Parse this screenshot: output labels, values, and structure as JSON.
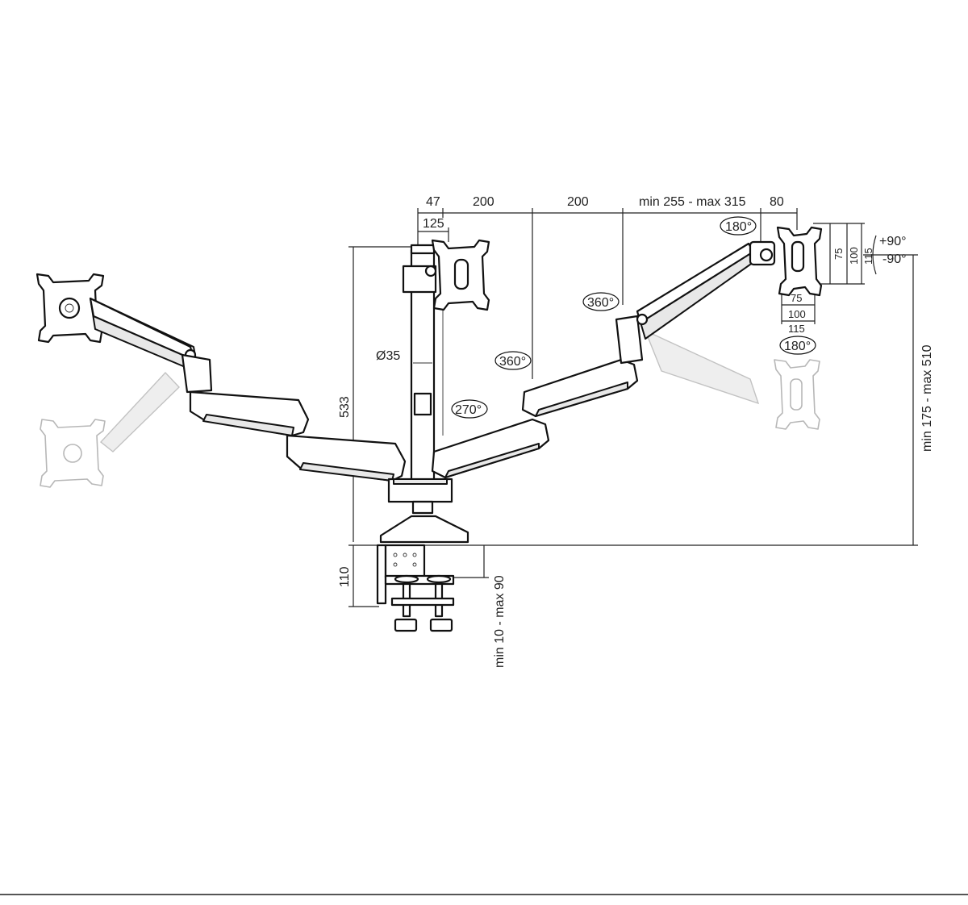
{
  "dimensions": {
    "top_47": "47",
    "top_200_a": "200",
    "top_200_b": "200",
    "top_min_max": "min 255 - max 315",
    "top_80": "80",
    "sub_125": "125",
    "height_533": "533",
    "pole_dia": "Ø35",
    "clamp_110": "110",
    "clamp_range": "min 10 - max 90",
    "height_range": "min 175 - max 510",
    "vesa_v_75": "75",
    "vesa_v_100": "100",
    "vesa_v_115": "115",
    "vesa_h_75": "75",
    "vesa_h_100": "100",
    "vesa_h_115": "115",
    "tilt_up": "+90°",
    "tilt_down": "-90°"
  },
  "rotations": {
    "r180_top": "180°",
    "r360_right": "360°",
    "r360_mid": "360°",
    "r270": "270°",
    "r180_bottom": "180°"
  }
}
